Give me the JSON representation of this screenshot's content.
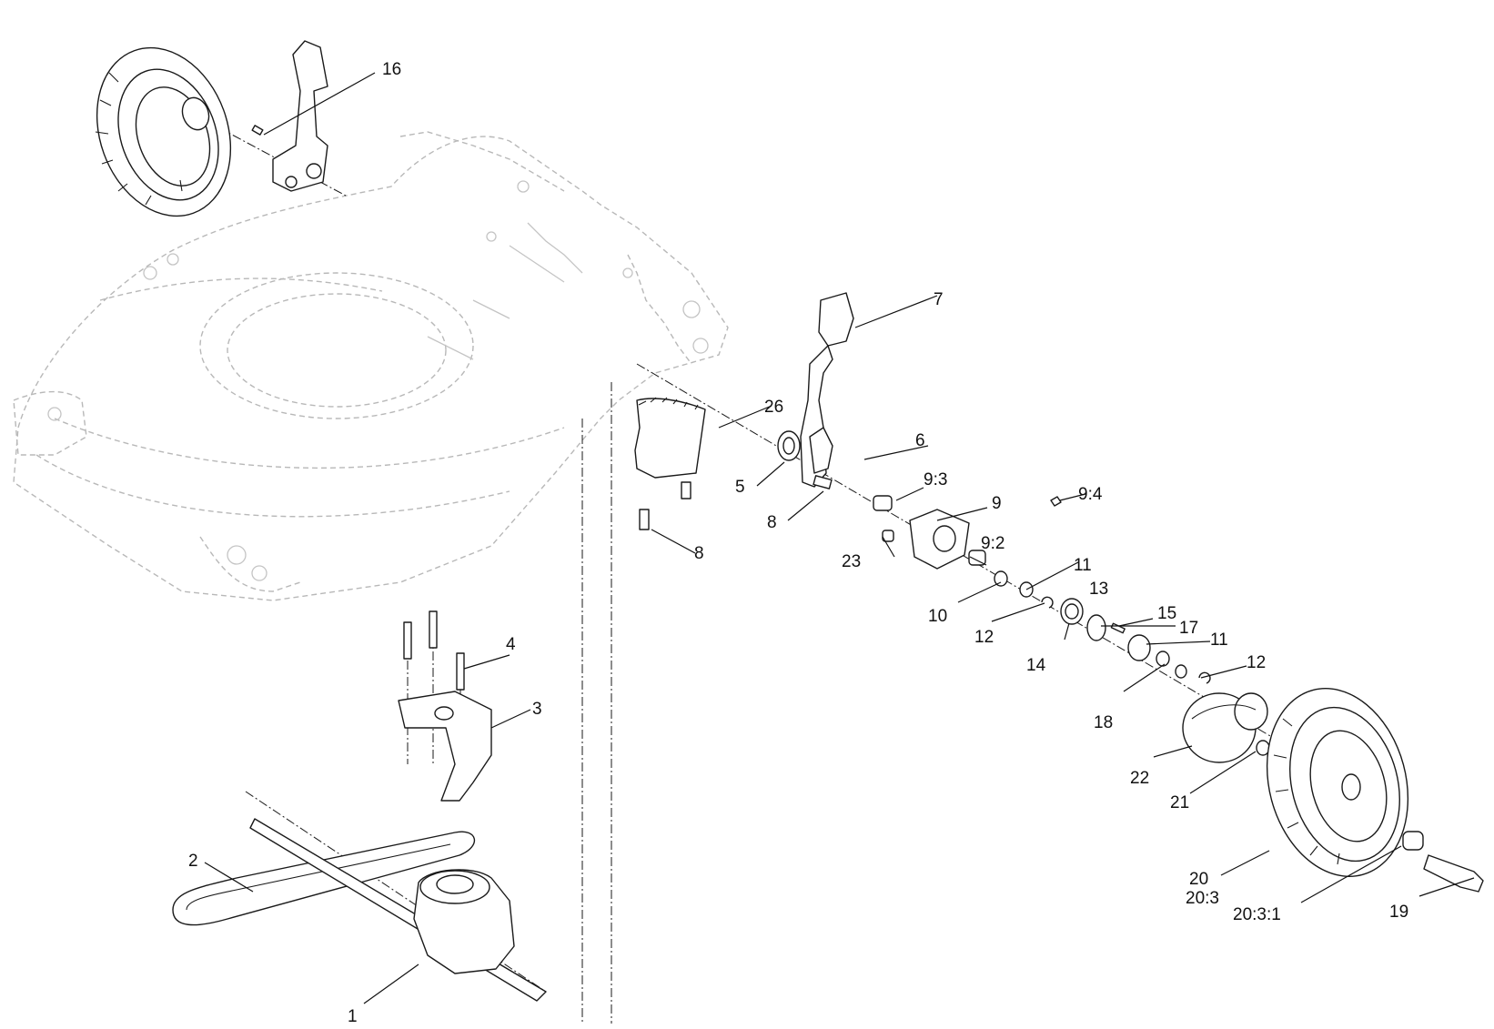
{
  "diagram": {
    "background": "#ffffff",
    "line_color": "#1a1a1a",
    "ghost_color": "#b8b8b8",
    "callouts": {
      "c1": "1",
      "c2": "2",
      "c3": "3",
      "c4": "4",
      "c5": "5",
      "c6": "6",
      "c7": "7",
      "c8a": "8",
      "c8b": "8",
      "c9": "9",
      "c9_2": "9:2",
      "c9_3": "9:3",
      "c9_4": "9:4",
      "c10": "10",
      "c11a": "11",
      "c11b": "11",
      "c12a": "12",
      "c12b": "12",
      "c13": "13",
      "c14": "14",
      "c15": "15",
      "c16": "16",
      "c17": "17",
      "c18": "18",
      "c19": "19",
      "c20": "20",
      "c20_3": "20:3",
      "c20_3_1": "20:3:1",
      "c21": "21",
      "c22": "22",
      "c23": "23",
      "c26": "26"
    }
  }
}
